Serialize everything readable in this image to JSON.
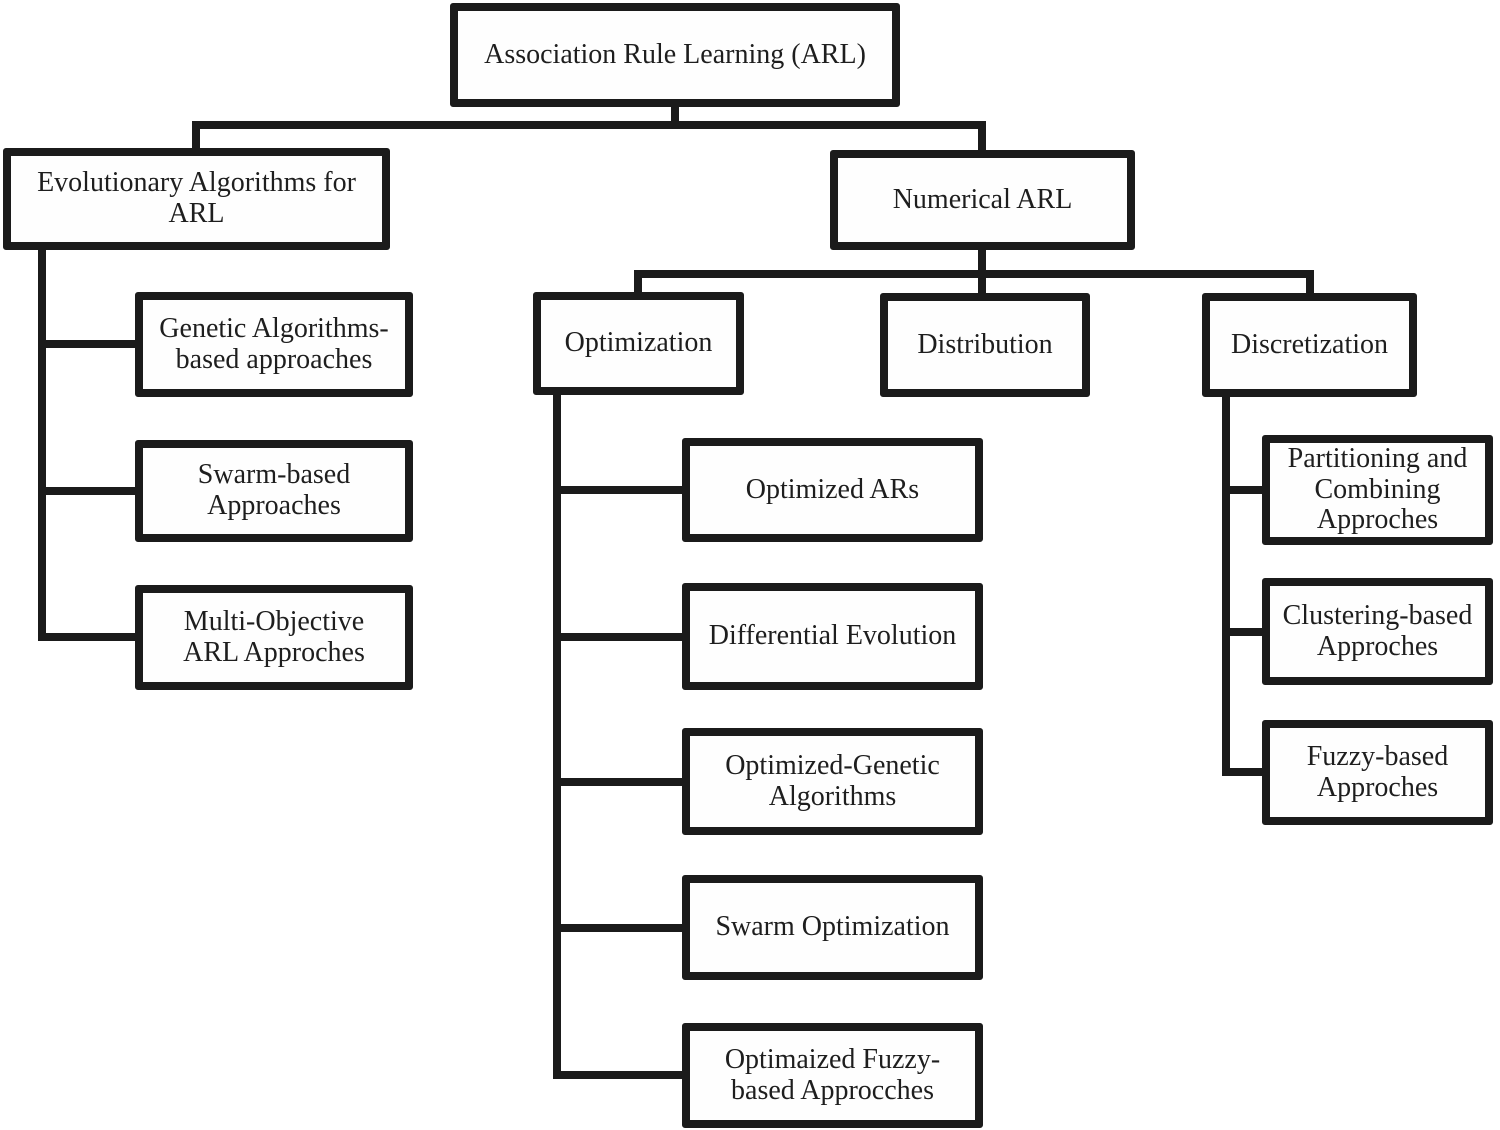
{
  "diagram": {
    "colors": {
      "line": "#1b1b1b",
      "box_background": "#fefefe",
      "text": "#1e1e1e",
      "page_background": "#ffffff"
    },
    "nodes": {
      "root": {
        "label": "Association Rule Learning (ARL)"
      },
      "evolutionary": {
        "label": "Evolutionary Algorithms for\nARL"
      },
      "numerical": {
        "label": "Numerical ARL"
      },
      "genetic": {
        "label": "Genetic Algorithms-\nbased approaches"
      },
      "swarm": {
        "label": "Swarm-based\nApproaches"
      },
      "multi_objective": {
        "label": "Multi-Objective\nARL Approches"
      },
      "optimization": {
        "label": "Optimization"
      },
      "distribution": {
        "label": "Distribution"
      },
      "discretization": {
        "label": "Discretization"
      },
      "optimized_ars": {
        "label": "Optimized ARs"
      },
      "differential_evolution": {
        "label": "Differential Evolution"
      },
      "optimized_genetic": {
        "label": "Optimized-Genetic\nAlgorithms"
      },
      "swarm_optimization": {
        "label": "Swarm Optimization"
      },
      "optimaized_fuzzy": {
        "label": "Optimaized Fuzzy-\nbased Approcches"
      },
      "partitioning_combining": {
        "label": "Partitioning and\nCombining\nApproches"
      },
      "clustering_based": {
        "label": "Clustering-based\nApproches"
      },
      "fuzzy_based": {
        "label": "Fuzzy-based\nApproches"
      }
    },
    "edges": [
      {
        "from": "root",
        "to": "evolutionary"
      },
      {
        "from": "root",
        "to": "numerical"
      },
      {
        "from": "evolutionary",
        "to": "genetic"
      },
      {
        "from": "evolutionary",
        "to": "swarm"
      },
      {
        "from": "evolutionary",
        "to": "multi_objective"
      },
      {
        "from": "numerical",
        "to": "optimization"
      },
      {
        "from": "numerical",
        "to": "distribution"
      },
      {
        "from": "numerical",
        "to": "discretization"
      },
      {
        "from": "optimization",
        "to": "optimized_ars"
      },
      {
        "from": "optimization",
        "to": "differential_evolution"
      },
      {
        "from": "optimization",
        "to": "optimized_genetic"
      },
      {
        "from": "optimization",
        "to": "swarm_optimization"
      },
      {
        "from": "optimization",
        "to": "optimaized_fuzzy"
      },
      {
        "from": "discretization",
        "to": "partitioning_combining"
      },
      {
        "from": "discretization",
        "to": "clustering_based"
      },
      {
        "from": "discretization",
        "to": "fuzzy_based"
      }
    ]
  }
}
